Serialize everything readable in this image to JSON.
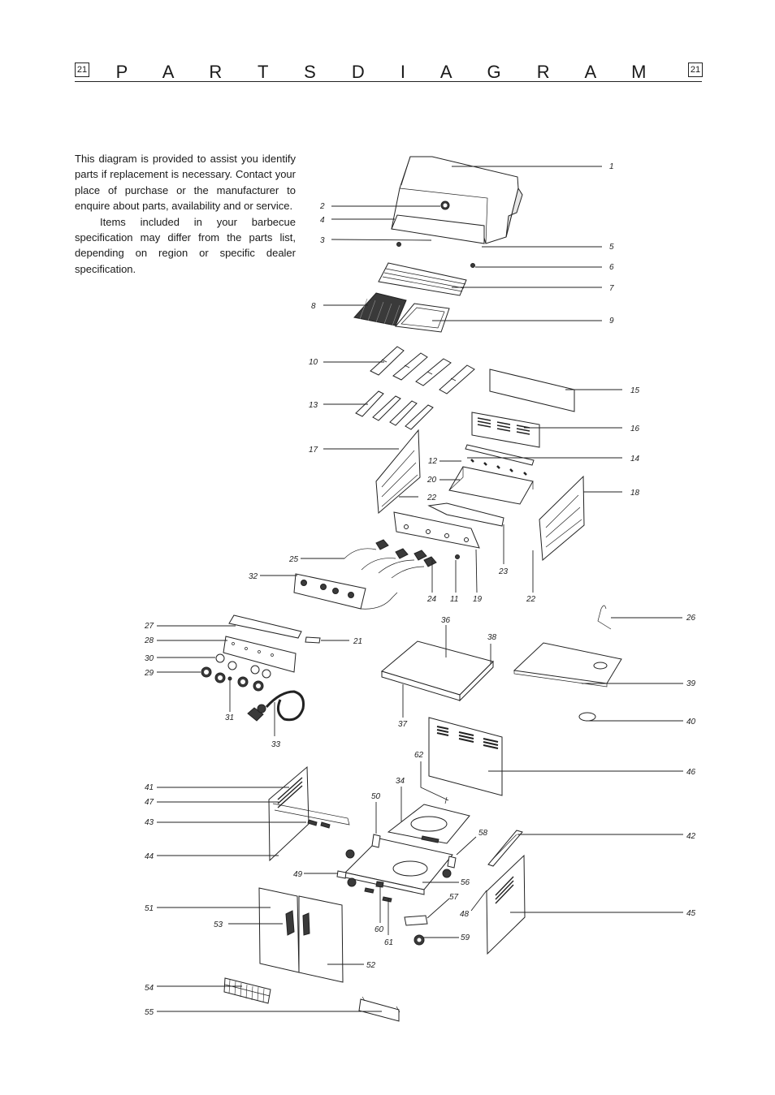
{
  "page_number": "21",
  "title": "P A R T S   D I A G R A M",
  "intro": {
    "paragraph1": "This diagram is provided to assist you identify parts if replacement is necessary.  Contact your place of purchase or the manufacturer to enquire about parts, availability and or service.",
    "paragraph2": "Items included in your barbecue specification may differ from the parts list, depending on region or specific dealer specification."
  },
  "callouts": [
    "1",
    "2",
    "3",
    "4",
    "5",
    "6",
    "7",
    "8",
    "9",
    "10",
    "11",
    "12",
    "13",
    "14",
    "15",
    "16",
    "17",
    "18",
    "19",
    "20",
    "21",
    "22",
    "23",
    "24",
    "25",
    "26",
    "27",
    "28",
    "29",
    "30",
    "31",
    "32",
    "33",
    "34",
    "36",
    "37",
    "38",
    "39",
    "40",
    "41",
    "42",
    "43",
    "44",
    "45",
    "46",
    "47",
    "48",
    "49",
    "50",
    "51",
    "52",
    "53",
    "54",
    "55",
    "56",
    "57",
    "58",
    "59",
    "60",
    "61",
    "62"
  ]
}
